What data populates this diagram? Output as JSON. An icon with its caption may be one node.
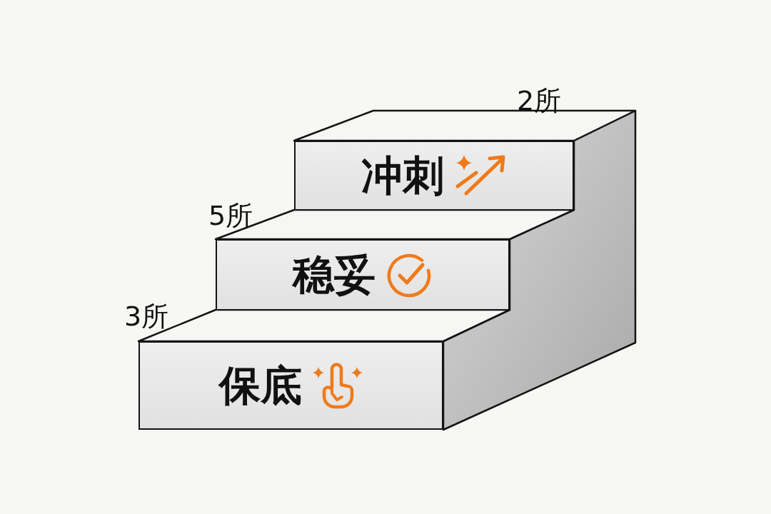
{
  "diagram": {
    "nodes": [
      {
        "text": [
          "冲刺"
        ],
        "beside": [
          "2所"
        ]
      },
      {
        "text": [
          "稳妥"
        ],
        "beside": [
          "5所"
        ]
      },
      {
        "text": [
          "保底"
        ],
        "beside": [
          "3所"
        ]
      }
    ]
  }
}
